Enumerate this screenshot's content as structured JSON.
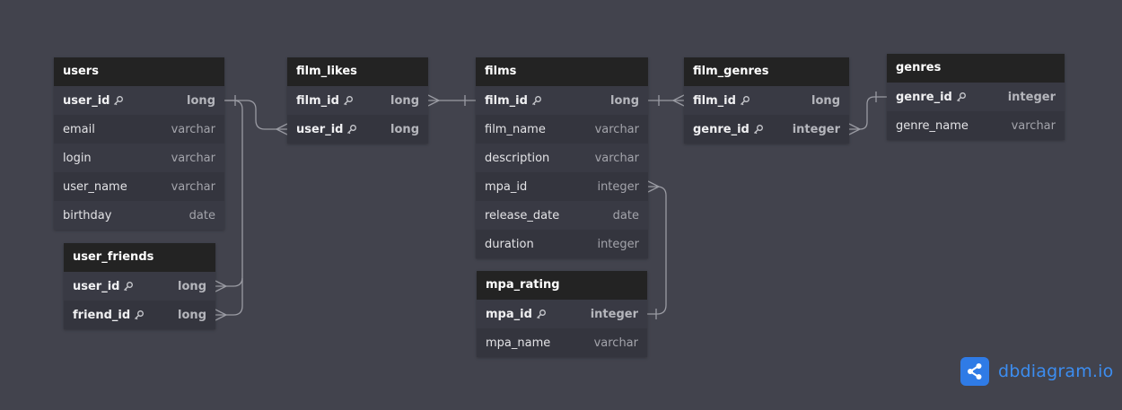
{
  "tables": {
    "users": {
      "title": "users",
      "columns": [
        {
          "name": "user_id",
          "type": "long",
          "pk": true
        },
        {
          "name": "email",
          "type": "varchar",
          "pk": false
        },
        {
          "name": "login",
          "type": "varchar",
          "pk": false
        },
        {
          "name": "user_name",
          "type": "varchar",
          "pk": false
        },
        {
          "name": "birthday",
          "type": "date",
          "pk": false
        }
      ]
    },
    "user_friends": {
      "title": "user_friends",
      "columns": [
        {
          "name": "user_id",
          "type": "long",
          "pk": true
        },
        {
          "name": "friend_id",
          "type": "long",
          "pk": true
        }
      ]
    },
    "film_likes": {
      "title": "film_likes",
      "columns": [
        {
          "name": "film_id",
          "type": "long",
          "pk": true
        },
        {
          "name": "user_id",
          "type": "long",
          "pk": true
        }
      ]
    },
    "films": {
      "title": "films",
      "columns": [
        {
          "name": "film_id",
          "type": "long",
          "pk": true
        },
        {
          "name": "film_name",
          "type": "varchar",
          "pk": false
        },
        {
          "name": "description",
          "type": "varchar",
          "pk": false
        },
        {
          "name": "mpa_id",
          "type": "integer",
          "pk": false
        },
        {
          "name": "release_date",
          "type": "date",
          "pk": false
        },
        {
          "name": "duration",
          "type": "integer",
          "pk": false
        }
      ]
    },
    "mpa_rating": {
      "title": "mpa_rating",
      "columns": [
        {
          "name": "mpa_id",
          "type": "integer",
          "pk": true
        },
        {
          "name": "mpa_name",
          "type": "varchar",
          "pk": false
        }
      ]
    },
    "film_genres": {
      "title": "film_genres",
      "columns": [
        {
          "name": "film_id",
          "type": "long",
          "pk": true
        },
        {
          "name": "genre_id",
          "type": "integer",
          "pk": true
        }
      ]
    },
    "genres": {
      "title": "genres",
      "columns": [
        {
          "name": "genre_id",
          "type": "integer",
          "pk": true
        },
        {
          "name": "genre_name",
          "type": "varchar",
          "pk": false
        }
      ]
    }
  },
  "brand": {
    "name": "dbdiagram.io",
    "icon": "share-nodes-icon",
    "color": "#2f7be6"
  },
  "colors": {
    "background": "#42434d",
    "header": "#232323",
    "connector": "#9a9ba3"
  }
}
